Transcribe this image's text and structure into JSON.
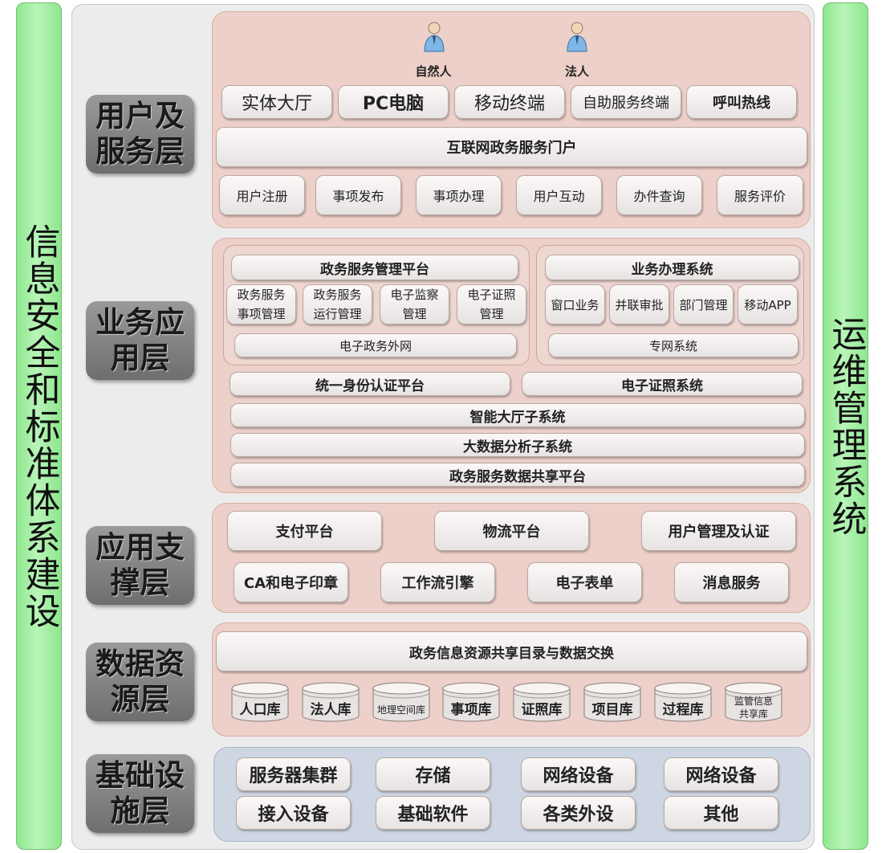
{
  "left_sidebar": "信息安全和标准体系建设",
  "right_sidebar": "运维管理系统",
  "layers": {
    "user": {
      "label": "用户及服务层",
      "actors": [
        "自然人",
        "法人"
      ],
      "channels": [
        "实体大厅",
        "PC电脑",
        "移动终端",
        "自助服务终端",
        "呼叫热线"
      ],
      "portal": "互联网政务服务门户",
      "functions": [
        "用户注册",
        "事项发布",
        "事项办理",
        "用户互动",
        "办件查询",
        "服务评价"
      ]
    },
    "business": {
      "label": "业务应用层",
      "mgmt_platform": {
        "title": "政务服务管理平台",
        "items": [
          "政务服务事项管理",
          "政务服务运行管理",
          "电子监察管理",
          "电子证照管理"
        ],
        "network": "电子政务外网"
      },
      "biz_system": {
        "title": "业务办理系统",
        "items": [
          "窗口业务",
          "并联审批",
          "部门管理",
          "移动APP"
        ],
        "network": "专网系统"
      },
      "identity": "统一身份认证平台",
      "license": "电子证照系统",
      "bars": [
        "智能大厅子系统",
        "大数据分析子系统",
        "政务服务数据共享平台"
      ]
    },
    "support": {
      "label": "应用支撑层",
      "row1": [
        "支付平台",
        "物流平台",
        "用户管理及认证"
      ],
      "row2": [
        "CA和电子印章",
        "工作流引擎",
        "电子表单",
        "消息服务"
      ]
    },
    "data": {
      "label": "数据资源层",
      "exchange": "政务信息资源共享目录与数据交换",
      "databases": [
        "人口库",
        "法人库",
        "地理空间库",
        "事项库",
        "证照库",
        "项目库",
        "过程库",
        "监管信息共享库"
      ]
    },
    "infra": {
      "label": "基础设施层",
      "row1": [
        "服务器集群",
        "存储",
        "网络设备",
        "网络设备"
      ],
      "row2": [
        "接入设备",
        "基础软件",
        "各类外设",
        "其他"
      ]
    }
  },
  "colors": {
    "sidebar": "#a6eea6",
    "panel": "#edd0c9",
    "panel_infra": "#cdd6e2",
    "label_box": "#808080"
  }
}
